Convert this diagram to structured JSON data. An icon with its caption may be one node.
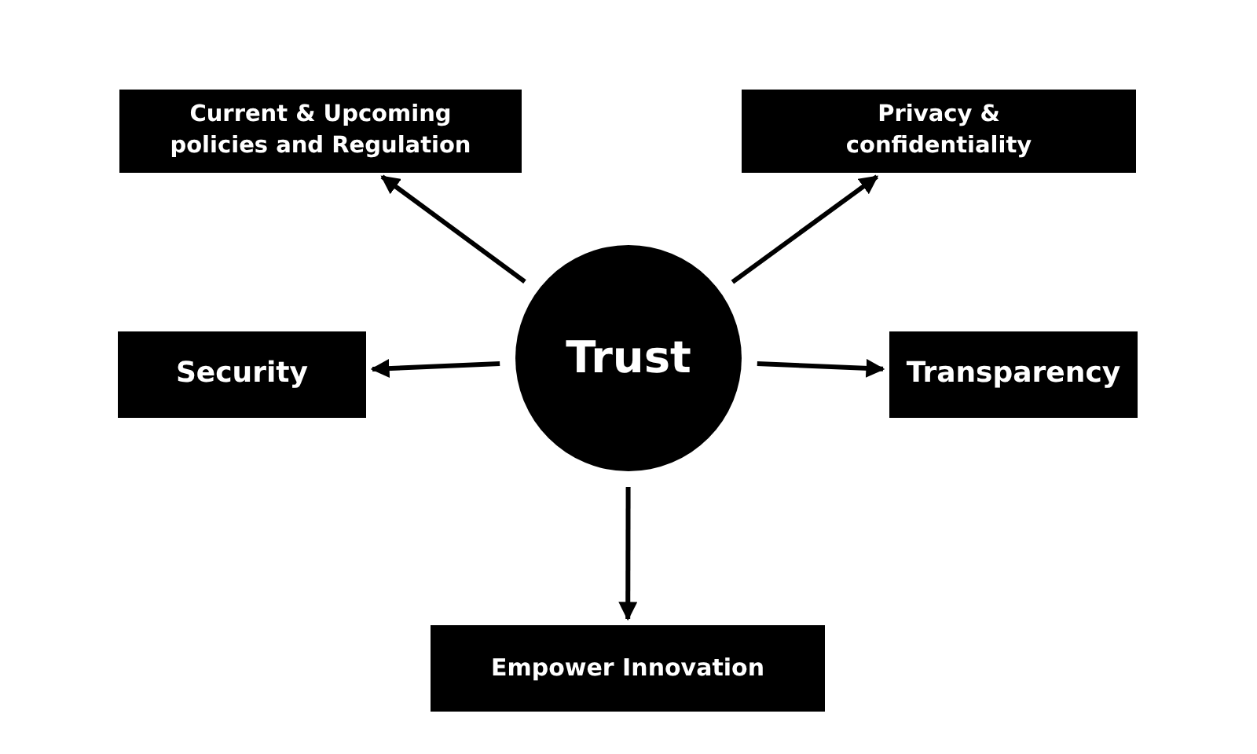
{
  "diagram": {
    "nodes": [
      {
        "text": [
          "Trust"
        ]
      },
      {
        "text": [
          "Current & Upcoming policies and Regulation"
        ]
      },
      {
        "text": [
          "Privacy & confidentiality"
        ]
      },
      {
        "text": [
          "Security"
        ]
      },
      {
        "text": [
          "Transparency"
        ]
      },
      {
        "text": [
          "Empower Innovation"
        ]
      }
    ],
    "edges": [
      {
        "from": 0,
        "to": 1,
        "arrow": "to"
      },
      {
        "from": 0,
        "to": 2,
        "arrow": "to"
      },
      {
        "from": 0,
        "to": 3,
        "arrow": "to"
      },
      {
        "from": 0,
        "to": 4,
        "arrow": "to"
      },
      {
        "from": 0,
        "to": 5,
        "arrow": "to"
      }
    ]
  }
}
